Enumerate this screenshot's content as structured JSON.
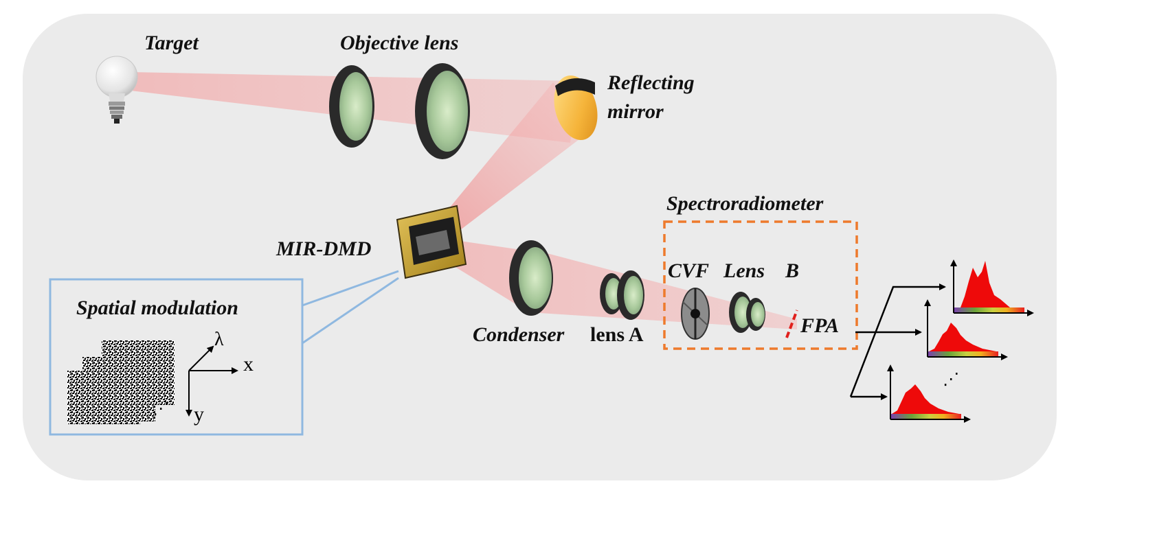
{
  "labels": {
    "target": "Target",
    "objective_lens": "Objective lens",
    "reflecting_mirror_line1": "Reflecting",
    "reflecting_mirror_line2": "mirror",
    "mir_dmd": "MIR-DMD",
    "spectroradiometer": "Spectroradiometer",
    "cvf": "CVF",
    "lens_b_word": "Lens",
    "lens_b_letter": "B",
    "fpa": "FPA",
    "condenser_word": "Condenser",
    "lens_a": "lens A",
    "spatial_modulation": "Spatial modulation",
    "axis_lambda": "λ",
    "axis_x": "x",
    "axis_y": "y",
    "ellipsis": "⋰"
  },
  "colors": {
    "panel_background": "#ebebeb",
    "beam": "#f08c8c",
    "spectroradiometer_box": "#ee7a2c",
    "callout_box": "#8fb8e0",
    "fpa_mark": "#e0201c",
    "spectrum_fill": "#ee0a0a",
    "lens_frame": "#2a2a2a",
    "lens_glass": "#a6c79a",
    "dmd_gold": "#c9a22a"
  },
  "icons": [
    "light-bulb-icon",
    "lens-icon",
    "mirror-icon",
    "dmd-chip-icon",
    "cvf-filter-icon",
    "spectrum-plot-icon"
  ]
}
